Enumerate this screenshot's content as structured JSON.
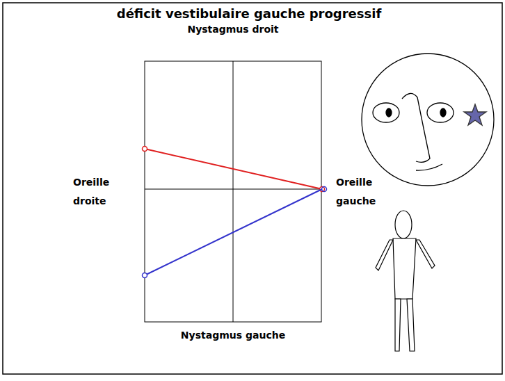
{
  "diagram": {
    "title": "déficit vestibulaire gauche progressif",
    "labels": [
      "Nystagmus droit",
      "Oreille droite",
      "Oreille gauche",
      "Nystagmus gauche"
    ]
  }
}
